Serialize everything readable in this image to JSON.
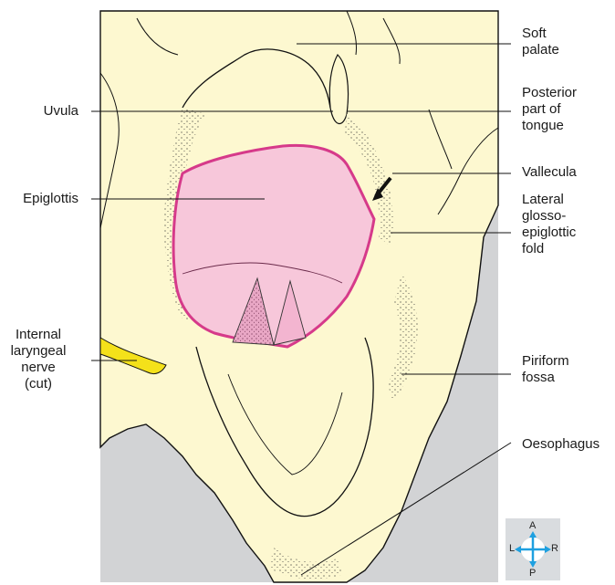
{
  "labels": {
    "soft_palate": "Soft\npalate",
    "posterior_tongue": "Posterior\npart of\ntongue",
    "vallecula": "Vallecula",
    "lateral_fold": "Lateral\nglosso-\nepiglottic\nfold",
    "piriform_fossa": "Piriform\nfossa",
    "oesophagus": "Oesophagus",
    "uvula": "Uvula",
    "epiglottis": "Epiglottis",
    "internal_laryngeal_nerve": "Internal\nlaryngeal\nnerve\n(cut)"
  },
  "compass": {
    "a": "A",
    "p": "P",
    "l": "L",
    "r": "R"
  },
  "colors": {
    "tissue": "#fdf8d0",
    "background_grey": "#d2d3d5",
    "epiglottis_fill": "#f7c7da",
    "epiglottis_outline": "#d63a8a",
    "nerve": "#f4e11a",
    "compass_arrow": "#1ea0e0"
  }
}
